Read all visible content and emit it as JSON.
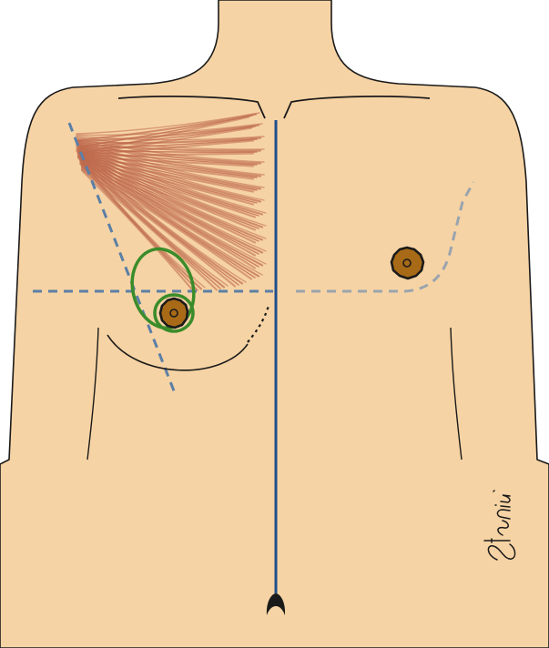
{
  "diagram": {
    "subject": "male-chest-anterior-view",
    "colors": {
      "background": "#ffffff",
      "skin": "#f6d3a4",
      "outline": "#1a1a1a",
      "midline": "#1f4e8c",
      "guide_dashed": "#5b7fa6",
      "guide_dashed_light": "#9aa4ae",
      "muscle_fibers": "#b5583e",
      "highlight_ellipse": "#3a8c2a",
      "nipple_fill": "#a86a16",
      "nipple_outline": "#1a1a1a"
    },
    "signature": {
      "text": "Staniu",
      "style": "handwritten"
    }
  }
}
